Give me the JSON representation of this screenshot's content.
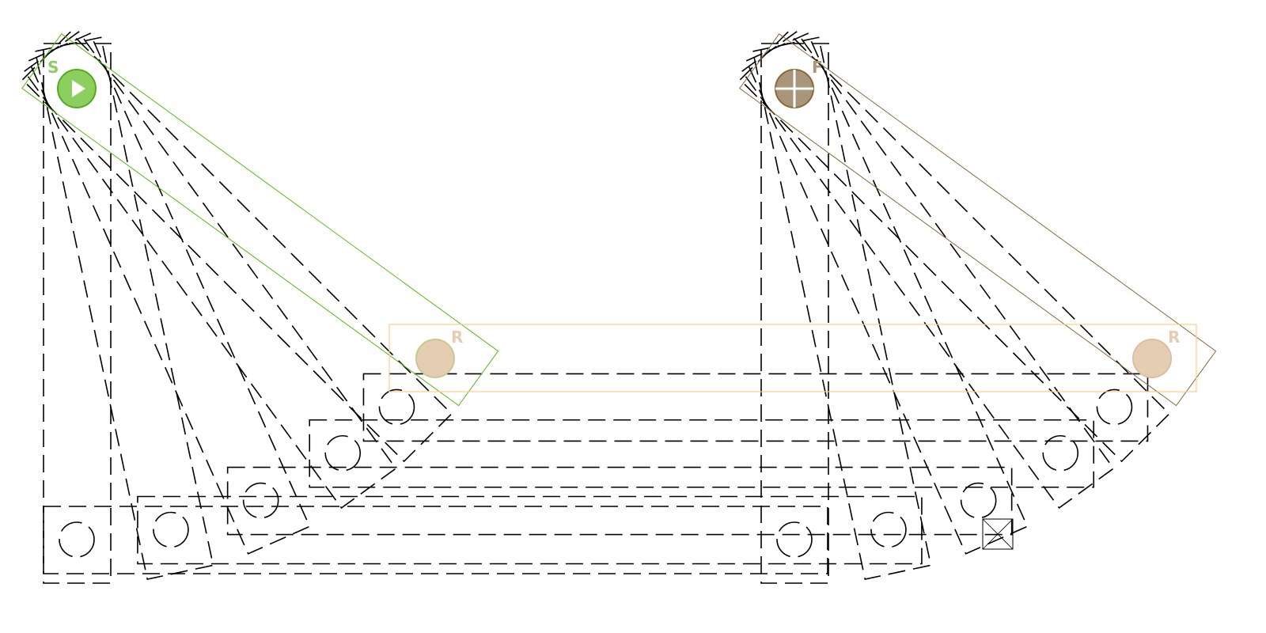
{
  "labels": {
    "start": "S",
    "finish": "F",
    "rocker_left": "R",
    "rocker_right": "R"
  },
  "icons": {
    "start": "play-icon",
    "finish": "crosshair-icon",
    "ground": "crossed-box-icon"
  },
  "colors": {
    "start": "#7cc24e",
    "start_outline": "#55bb11",
    "finish": "#a08c6c",
    "finish_outline": "#8a6a3a",
    "coupler": "#ffcc88",
    "joint": "#e5cdb2",
    "ghost": "#000000"
  }
}
